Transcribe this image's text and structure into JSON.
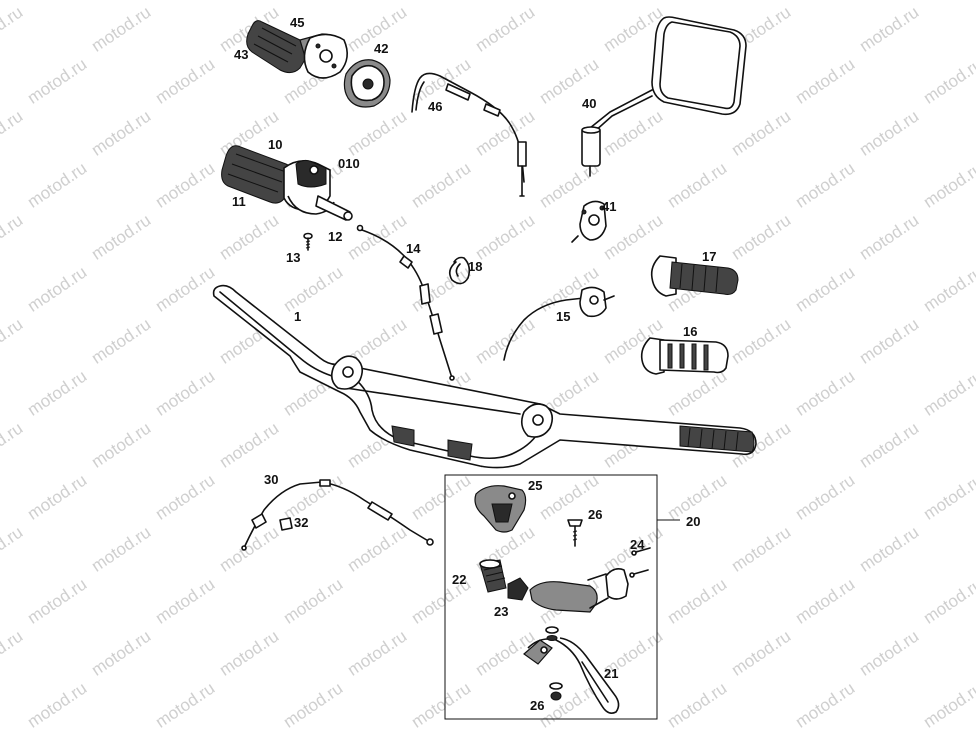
{
  "watermark": "motod.ru",
  "callouts": {
    "p45": "45",
    "p43": "43",
    "p42": "42",
    "p46": "46",
    "p40": "40",
    "p10": "10",
    "p010": "010",
    "p11": "11",
    "p12": "12",
    "p13": "13",
    "p14": "14",
    "p18": "18",
    "p41": "41",
    "p17": "17",
    "p15": "15",
    "p16": "16",
    "p1": "1",
    "p30": "30",
    "p32": "32",
    "p25": "25",
    "p26a": "26",
    "p20": "20",
    "p24": "24",
    "p22": "22",
    "p23": "23",
    "p21": "21",
    "p26b": "26"
  }
}
